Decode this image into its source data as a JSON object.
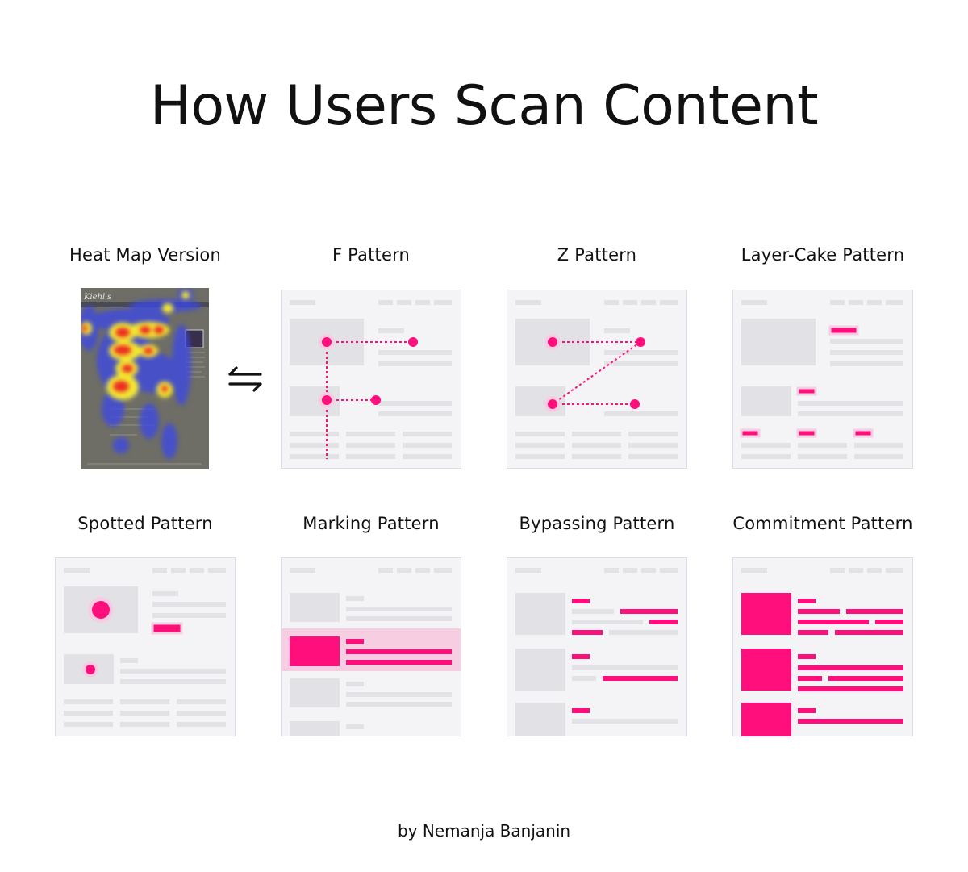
{
  "title": "How Users Scan Content",
  "credit": "by Nemanja Banjanin",
  "colors": {
    "accent": "#ff0f7b",
    "accent_light": "#f7cde2",
    "panel_bg": "#f4f4f7",
    "panel_border": "#dcdce6",
    "placeholder": "#e2e2e6",
    "heatmap_bg": "#6e6e66"
  },
  "icons": {
    "swap": "swap-arrows-icon"
  },
  "panels": {
    "heatmap": "Heat Map Version",
    "f_pattern": "F Pattern",
    "z_pattern": "Z Pattern",
    "layer_cake": "Layer-Cake Pattern",
    "spotted": "Spotted Pattern",
    "marking": "Marking Pattern",
    "bypassing": "Bypassing Pattern",
    "commitment": "Commitment Pattern"
  }
}
